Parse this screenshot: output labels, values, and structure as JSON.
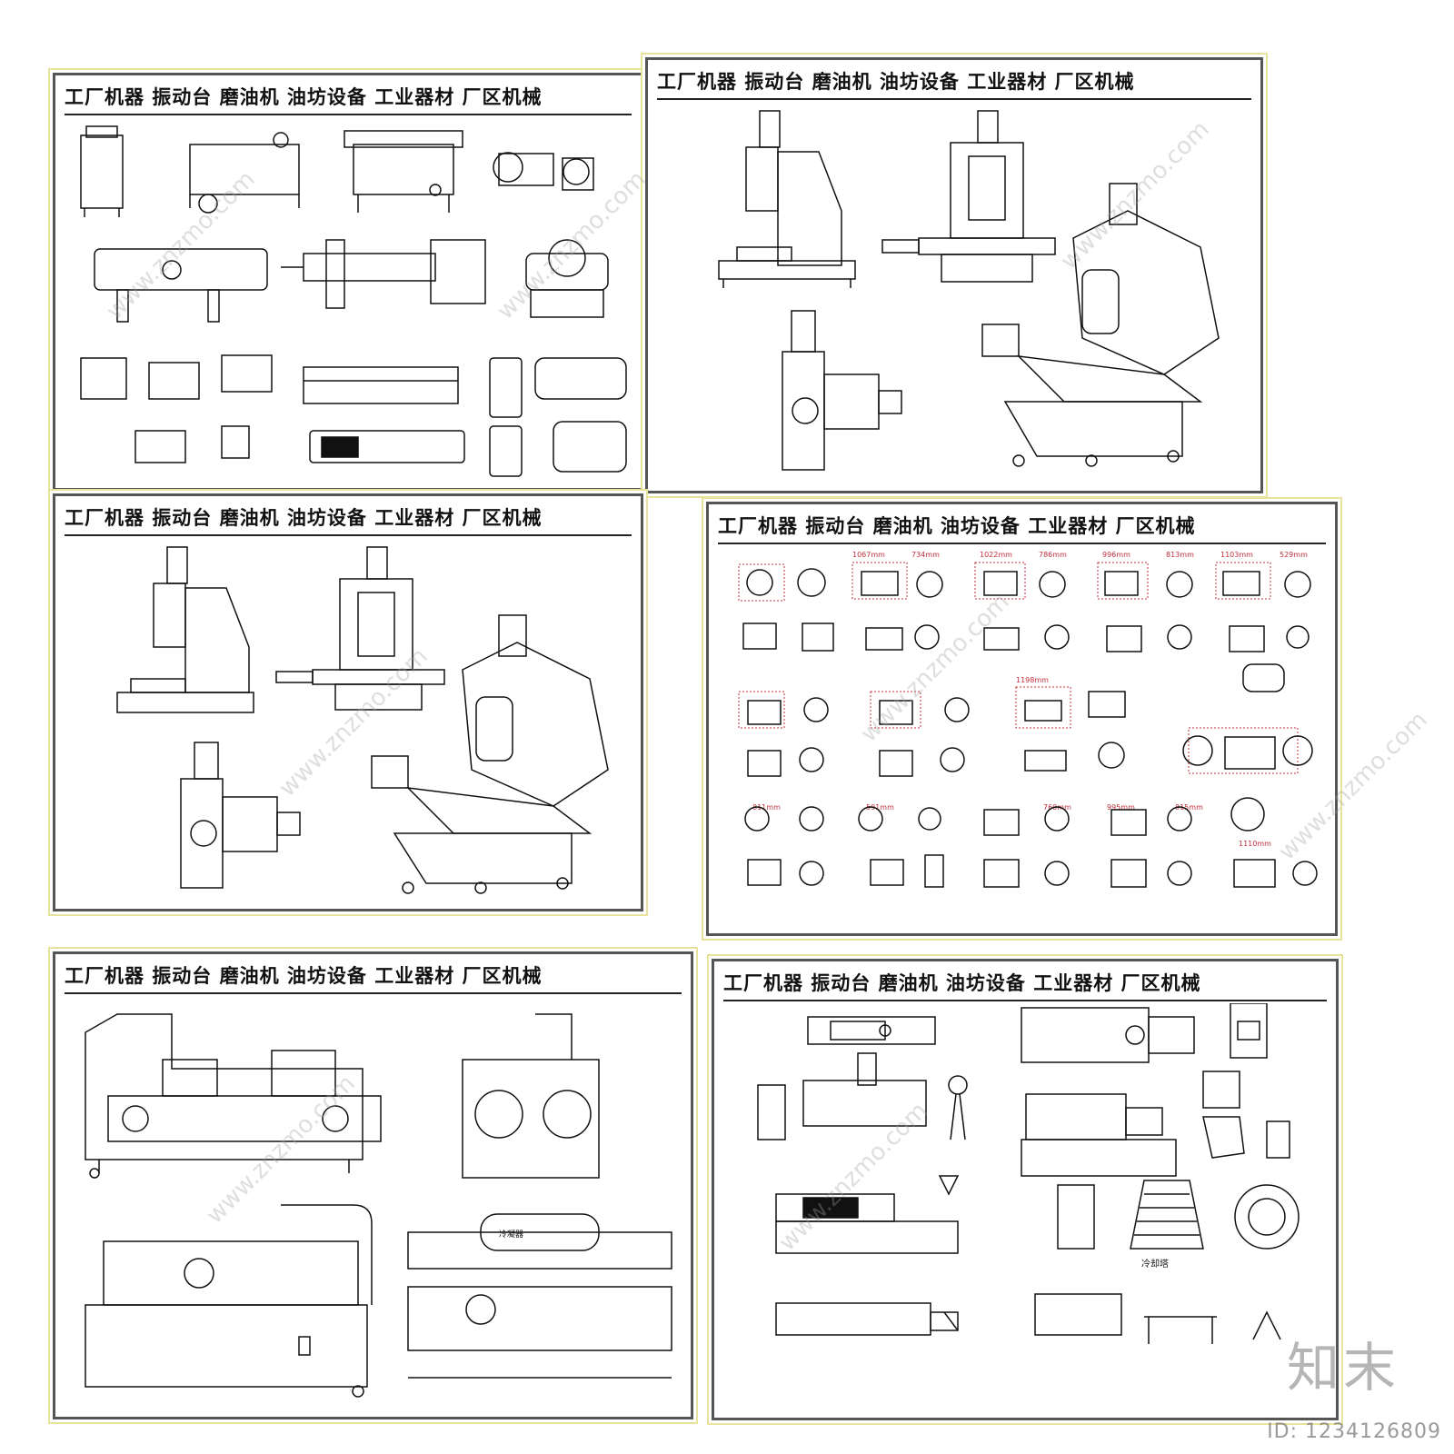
{
  "sheets": [
    {
      "title": "工厂机器  振动台  磨油机  油坊设备  工业器材  厂区机械"
    },
    {
      "title": "工厂机器  振动台  磨油机  油坊设备  工业器材  厂区机械"
    },
    {
      "title": "工厂机器  振动台  磨油机  油坊设备  工业器材  厂区机械"
    },
    {
      "title": "工厂机器  振动台  磨油机  油坊设备  工业器材  厂区机械"
    },
    {
      "title": "工厂机器  振动台  磨油机  油坊设备  工业器材  厂区机械"
    },
    {
      "title": "工厂机器  振动台  磨油机  油坊设备  工业器材  厂区机械"
    }
  ],
  "labels": {
    "tank_label": "冷凝器",
    "cooling_tower_label": "冷却塔"
  },
  "dimension_labels": [
    "1067mm",
    "734mm",
    "1022mm",
    "786mm",
    "996mm",
    "813mm",
    "1103mm",
    "529mm",
    "1198mm",
    "811mm",
    "591mm",
    "760mm",
    "995mm",
    "815mm",
    "1110mm"
  ],
  "watermark": "www.znzmo.com",
  "brand": "知末",
  "image_id": "ID: 1234126809",
  "colors": {
    "sheet_border": "#e7e39a",
    "frame": "#555555",
    "dimension_red": "#c0303a"
  }
}
